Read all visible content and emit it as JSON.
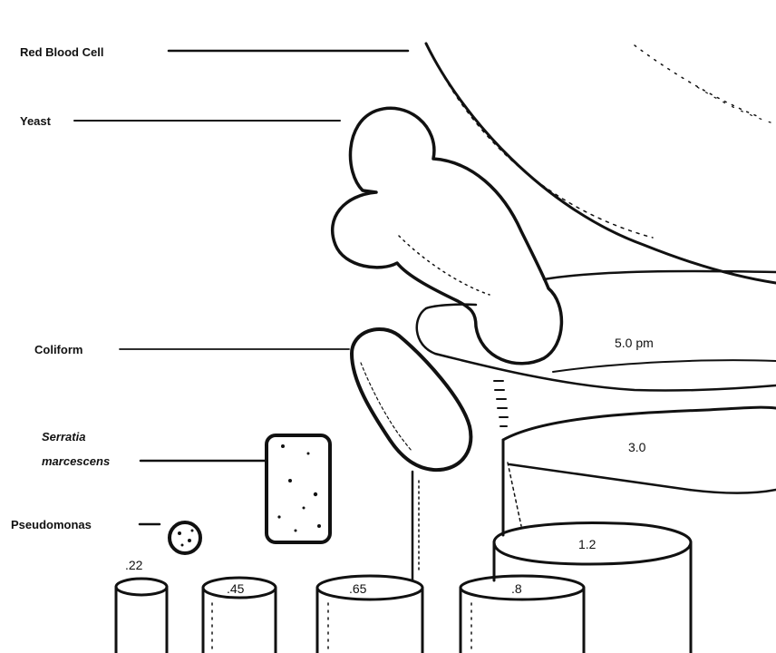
{
  "labels": {
    "red_blood_cell": "Red Blood Cell",
    "yeast": "Yeast",
    "coliform": "Coliform",
    "serratia_line1": "Serratia",
    "serratia_line2": "marcescens",
    "pseudomonas": "Pseudomonas"
  },
  "pore_sizes": {
    "p500": "5.0 pm",
    "p300": "3.0",
    "p120": "1.2",
    "p080": ".8",
    "p065": ".65",
    "p045": ".45",
    "p022": ".22"
  }
}
